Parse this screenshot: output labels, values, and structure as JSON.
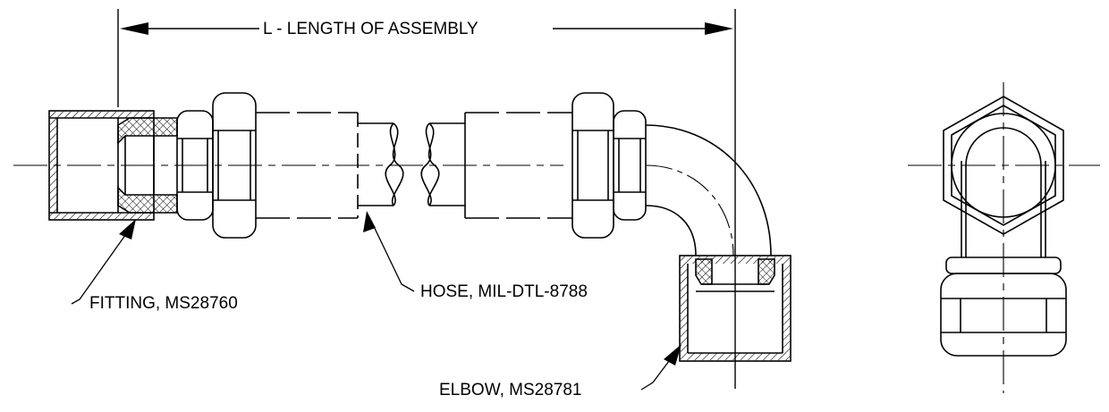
{
  "labels": {
    "dimension": "L - LENGTH OF ASSEMBLY",
    "fitting": "FITTING, MS28760",
    "hose": "HOSE, MIL-DTL-8788",
    "elbow": "ELBOW, MS28781"
  },
  "colors": {
    "ink": "#000000",
    "background": "#ffffff"
  }
}
